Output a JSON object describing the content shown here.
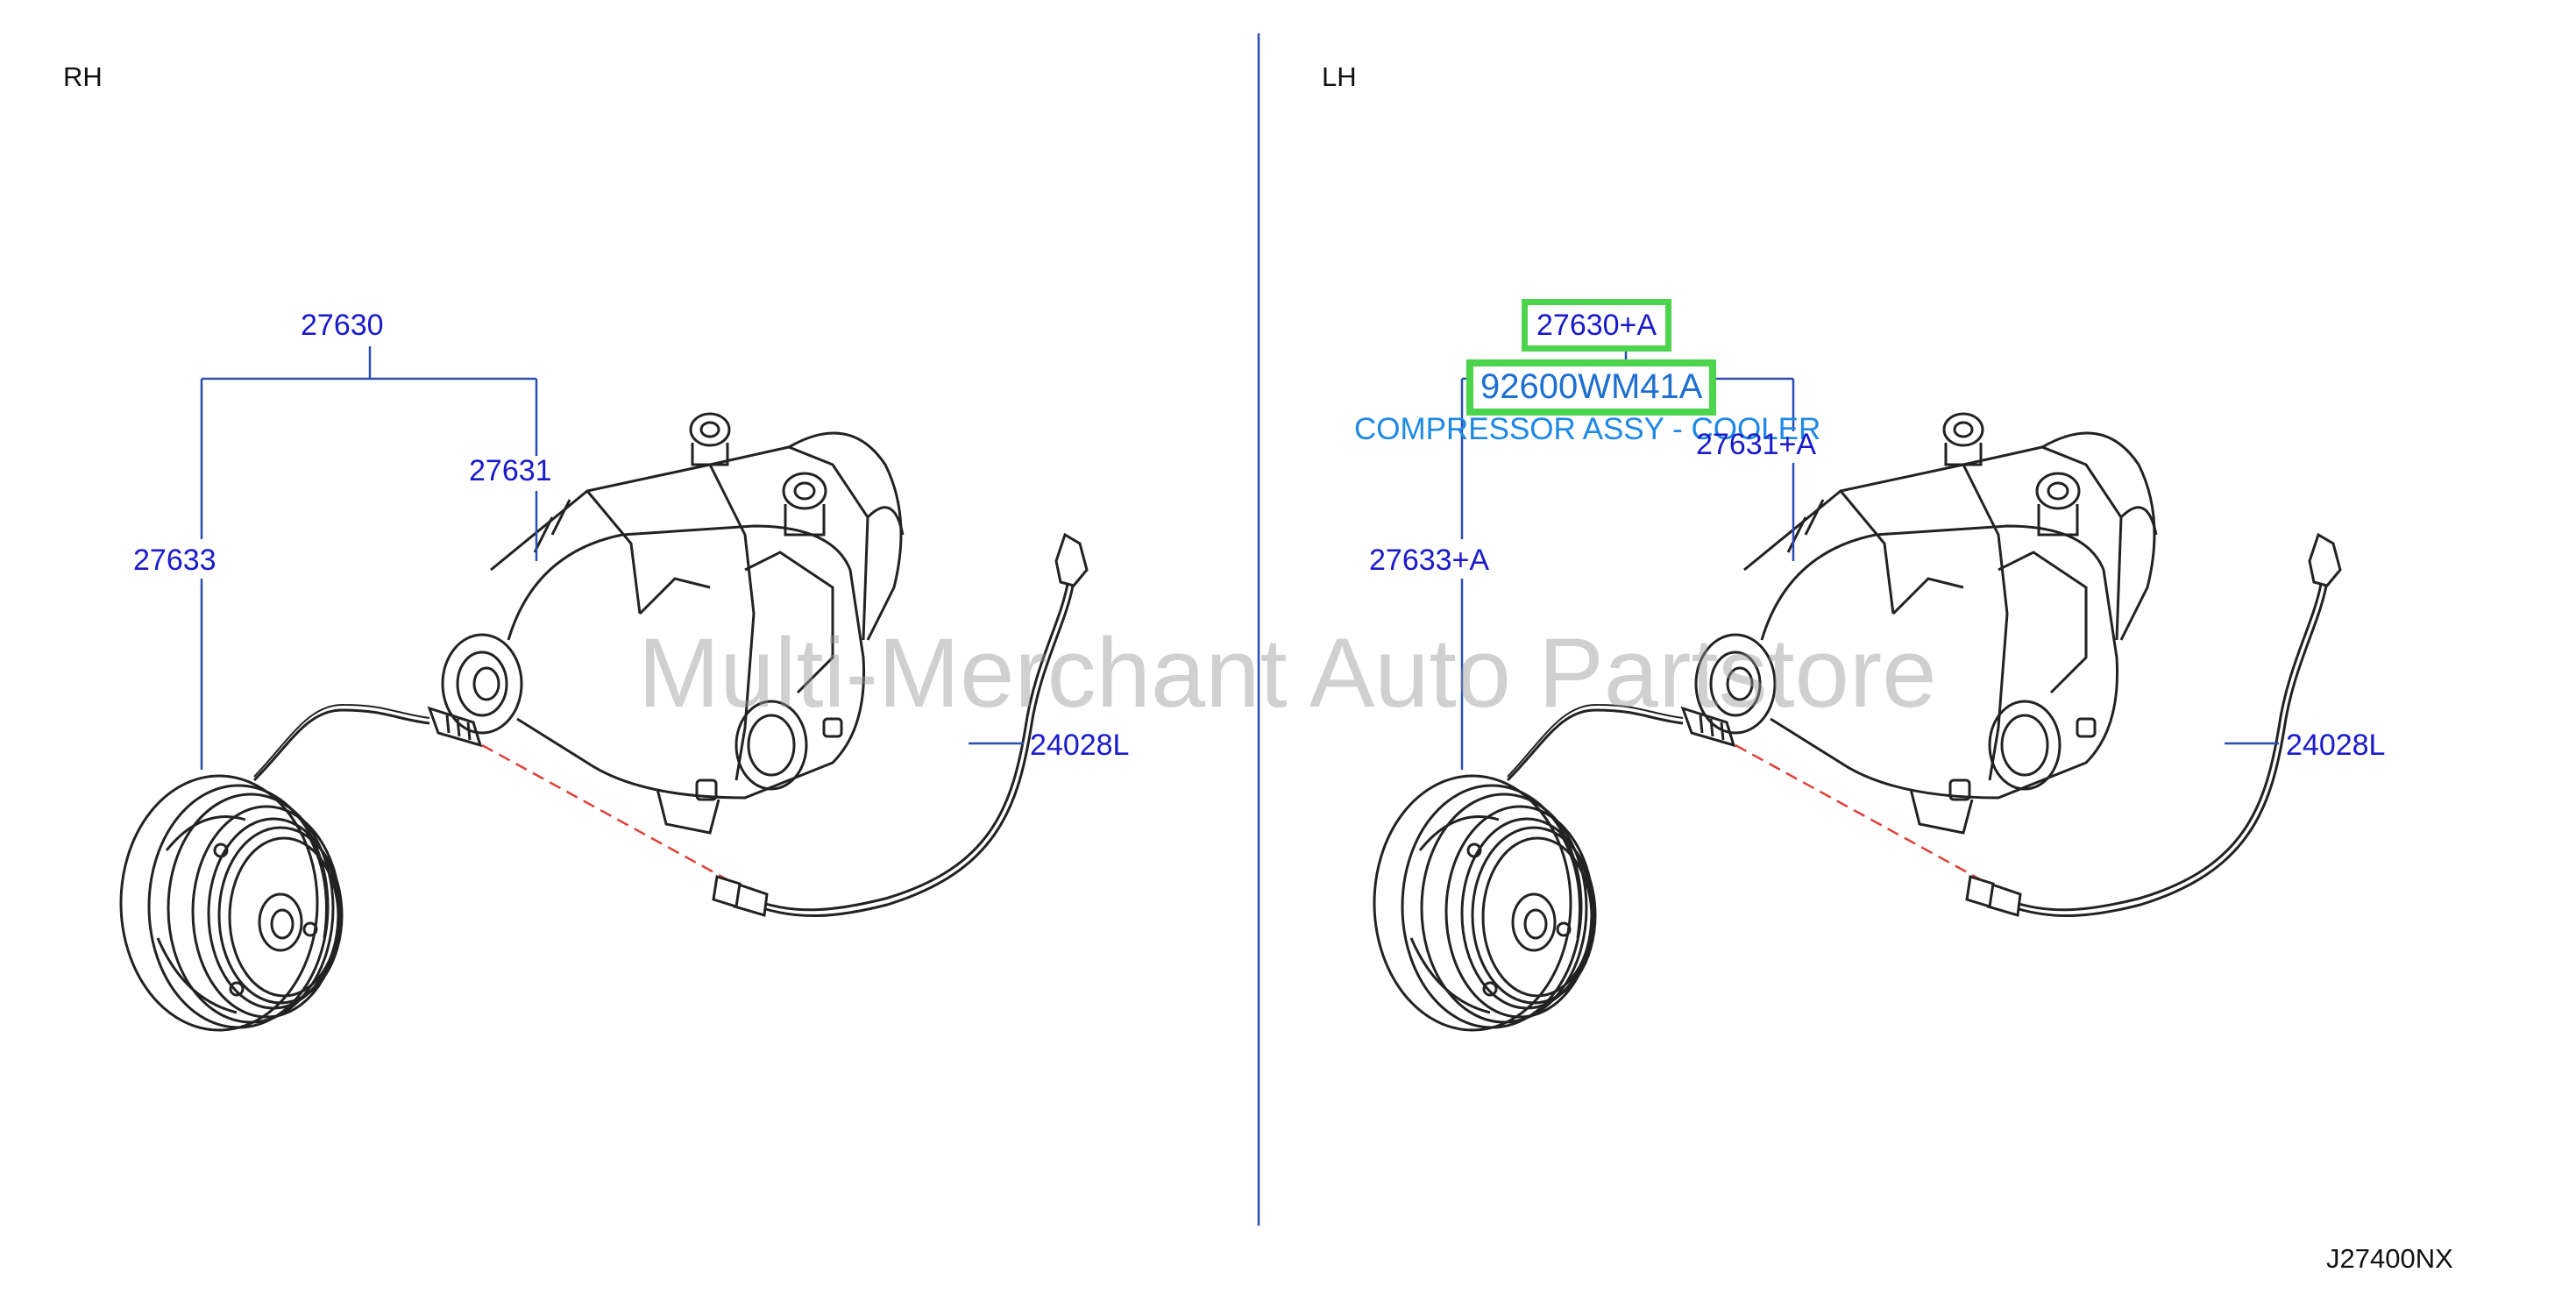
{
  "panels": {
    "rh": {
      "side_label": "RH",
      "callouts": {
        "assy": "27630",
        "compressor": "27631",
        "clutch": "27633",
        "harness": "24028L"
      }
    },
    "lh": {
      "side_label": "LH",
      "callouts": {
        "assy": "27630+A",
        "compressor": "27631+A",
        "clutch": "27633+A",
        "harness": "24028L"
      }
    }
  },
  "selected_part": {
    "part_number": "92600WM41A",
    "description": "COMPRESSOR ASSY - COOLER"
  },
  "watermark": "Multi-Merchant Auto Partstore",
  "diagram_code": "J27400NX",
  "colors": {
    "callout_text": "#1a1acc",
    "leader_line": "#2a4db3",
    "highlight_border": "#4cd44c",
    "part_number_text": "#1e6fd0",
    "description_text": "#1e88e5",
    "connector_dash": "#e0403a",
    "divider": "#2a4db3"
  }
}
